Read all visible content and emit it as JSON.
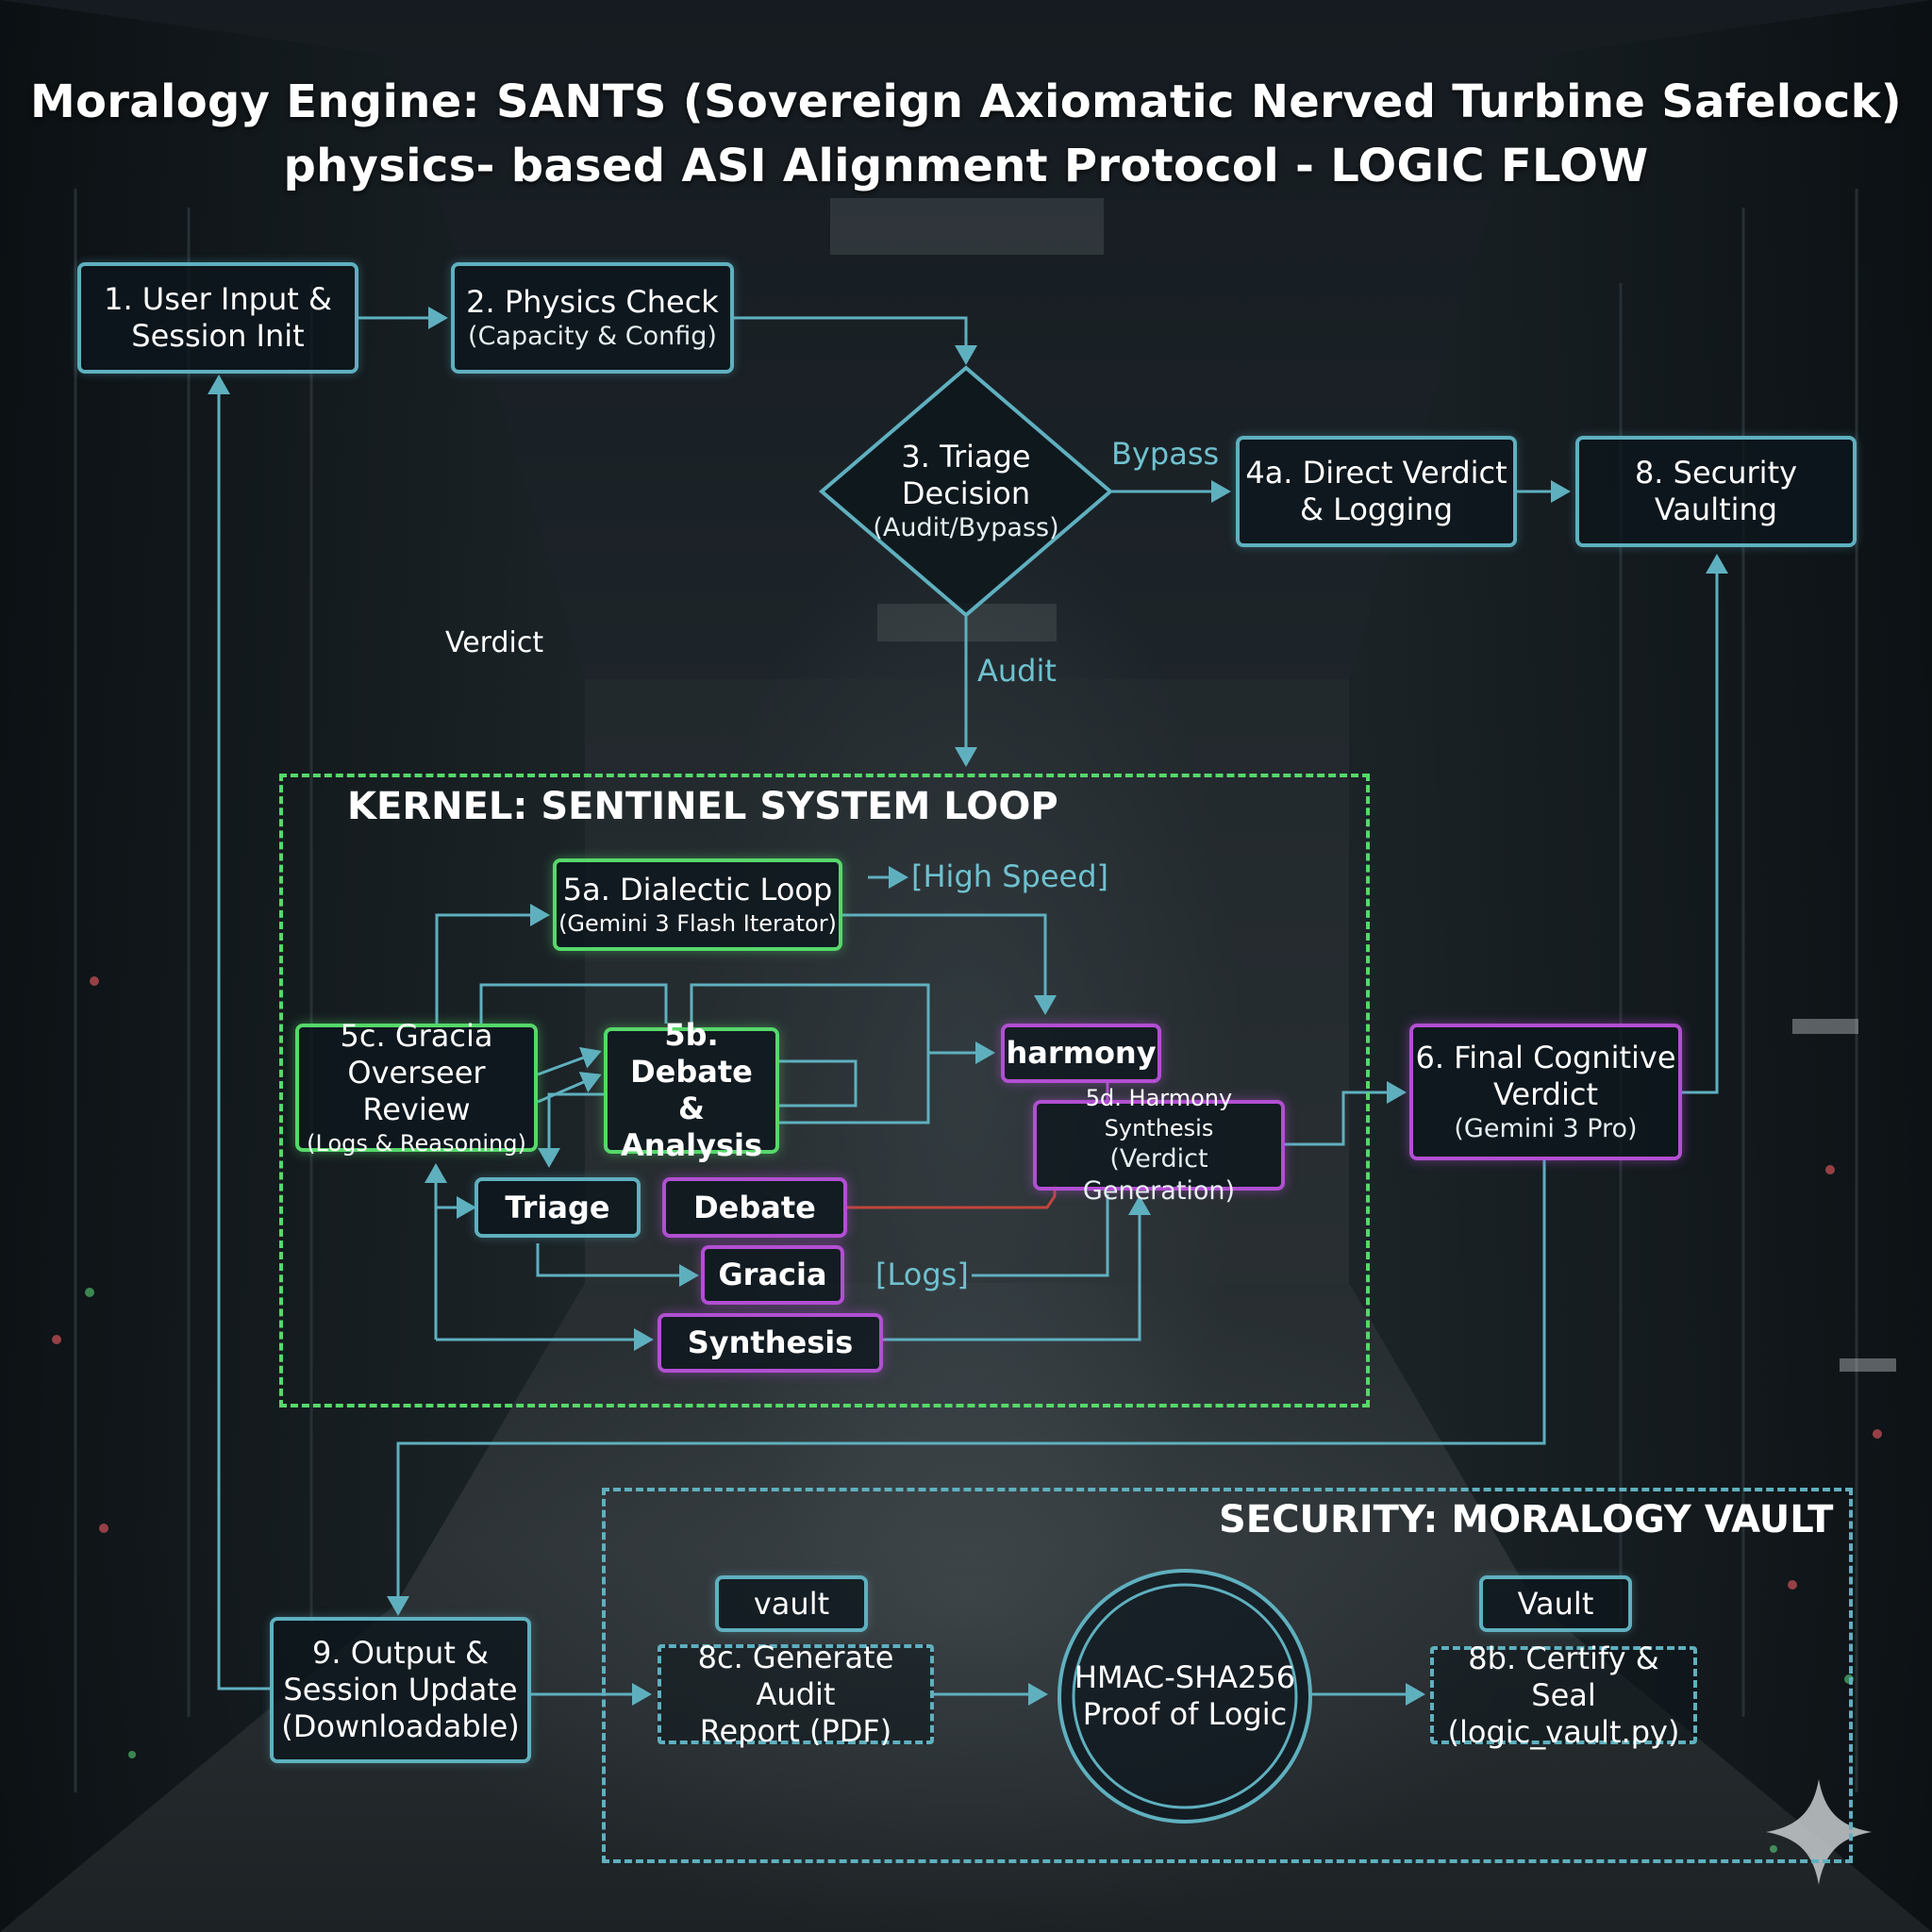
{
  "title": {
    "line1": "Moralogy Engine: SANTS (Sovereign Axiomatic Nerved Turbine Safelock)",
    "line2": "physics- based ASI Alignment Protocol - LOGIC FLOW"
  },
  "colors": {
    "teal": "#5fb0bf",
    "green": "#56d86a",
    "purple": "#b24fd2",
    "red_link": "#c0463c"
  },
  "nodes": {
    "user_input": {
      "line1": "1. User Input &",
      "line2": "Session Init"
    },
    "physics_check": {
      "line1": "2. Physics Check",
      "line2": "(Capacity & Config)"
    },
    "triage_decision": {
      "line1": "3. Triage",
      "line2": "Decision",
      "line3": "(Audit/Bypass)"
    },
    "direct_verdict": {
      "line1": "4a. Direct Verdict",
      "line2": "& Logging"
    },
    "security_vaulting": {
      "line1": "8. Security",
      "line2": "Vaulting"
    },
    "dialectic_loop": {
      "line1": "5a. Dialectic Loop",
      "line2": "(Gemini 3 Flash Iterator)"
    },
    "gracia_overseer": {
      "line1": "5c. Gracia",
      "line2": "Overseer Review",
      "line3": "(Logs & Reasoning)"
    },
    "debate_analysis": {
      "line1": "5b. Debate",
      "line2": "&",
      "line3": "Analysis"
    },
    "harmony": {
      "label": "harmony"
    },
    "harmony_synthesis": {
      "line1": "5d. Harmony Synthesis",
      "line2": "(Verdict Generation)"
    },
    "final_verdict": {
      "line1": "6. Final Cognitive",
      "line2": "Verdict",
      "line3": "(Gemini 3 Pro)"
    },
    "triage_small": {
      "label": "Triage"
    },
    "debate_small": {
      "label": "Debate"
    },
    "gracia_small": {
      "label": "Gracia"
    },
    "synthesis_small": {
      "label": "Synthesis"
    },
    "output_update": {
      "line1": "9. Output &",
      "line2": "Session Update",
      "line3": "(Downloadable)"
    },
    "vault_small": {
      "label": "vault"
    },
    "audit_report": {
      "line1": "8c. Generate Audit",
      "line2": "Report (PDF)"
    },
    "hmac": {
      "line1": "HMAC-SHA256",
      "line2": "Proof of Logic"
    },
    "vault_cap": {
      "label": "Vault"
    },
    "certify_seal": {
      "line1": "8b. Certify & Seal",
      "line2": "(logic_vault.py)"
    }
  },
  "edge_labels": {
    "bypass": "Bypass",
    "audit": "Audit",
    "verdict": "Verdict",
    "high_speed": "[High Speed]",
    "logs": "[Logs]"
  },
  "regions": {
    "kernel": "KERNEL: SENTINEL SYSTEM LOOP",
    "security": "SECURITY: MORALOGY VAULT"
  }
}
